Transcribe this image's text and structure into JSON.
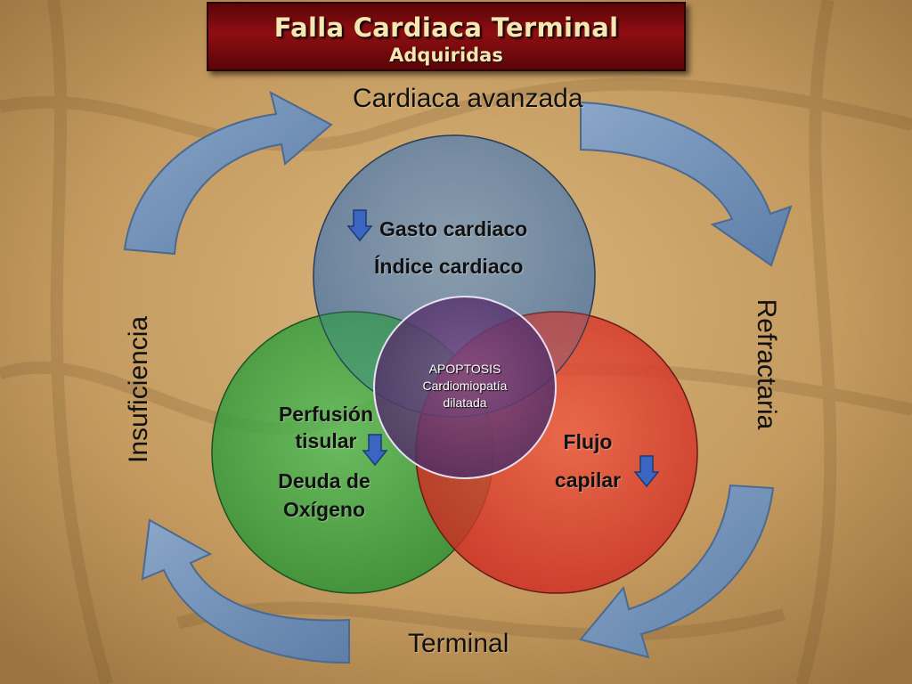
{
  "title": {
    "main": "Falla Cardiaca Terminal",
    "sub": "Adquiridas"
  },
  "cycle": {
    "top": "Cardiaca avanzada",
    "right": "Refractaria",
    "bottom": "Terminal",
    "left": "Insuficiencia"
  },
  "circles": {
    "top": {
      "line1": "Gasto cardiaco",
      "line2": "Índice cardiaco",
      "color": "#5b7fa6"
    },
    "left": {
      "line1": "Perfusión",
      "line2": "tisular",
      "line3": "Deuda de",
      "line4": "Oxígeno",
      "color": "#2e9b3a"
    },
    "right": {
      "line1": "Flujo",
      "line2": "capilar",
      "color": "#d8362a"
    },
    "center": {
      "line1": "APOPTOSIS",
      "line2": "Cardiomiopatía",
      "line3": "dilatada",
      "color": "#5a3a74"
    }
  },
  "arrow_color": "#6d8bb3",
  "down_arrow_color": "#3a66c2",
  "background_color": "#c9a36a"
}
